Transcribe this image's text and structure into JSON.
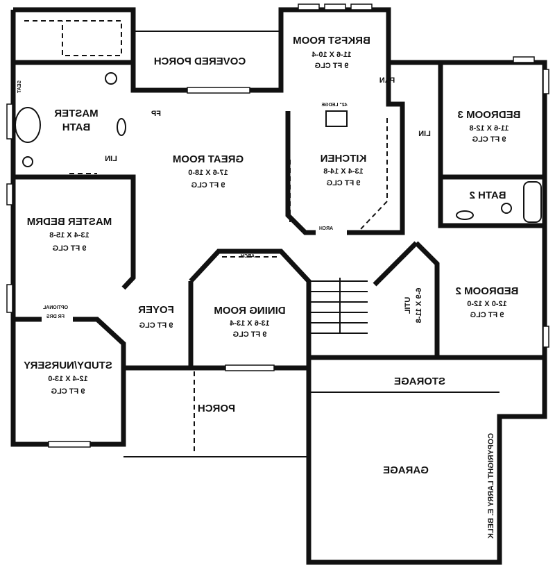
{
  "plan": {
    "mirrored": true,
    "rooms": {
      "covered_porch": {
        "name": "COVERED PORCH"
      },
      "brkfst_room": {
        "name": "BRKFST ROOM",
        "size": "11-6 X 10-4",
        "ceiling": "9 FT CLG"
      },
      "master_bath": {
        "name1": "MASTER",
        "name2": "BATH"
      },
      "great_room": {
        "name": "GREAT ROOM",
        "size": "17-6 X 18-0",
        "ceiling": "9 FT CLG"
      },
      "kitchen": {
        "name": "KITCHEN",
        "size": "13-4 X 14-8",
        "ceiling": "9 FT CLG"
      },
      "bedroom3": {
        "name": "BEDROOM 3",
        "size": "11-6 X 12-8",
        "ceiling": "9 FT CLG"
      },
      "bath2": {
        "name": "BATH 2"
      },
      "master_bedrm": {
        "name": "MASTER BEDRM",
        "size": "13-4 X 15-8",
        "ceiling": "9 FT CLG"
      },
      "foyer": {
        "name": "FOYER",
        "ceiling": "9 FT CLG"
      },
      "dining_room": {
        "name": "DINING ROOM",
        "size": "13-6 X 13-4",
        "ceiling": "9 FT CLG"
      },
      "study": {
        "name": "STUDY/NURSERY",
        "size": "12-4 X 13-0",
        "ceiling": "9 FT CLG"
      },
      "porch": {
        "name": "PORCH"
      },
      "util": {
        "name": "UTIL",
        "size": "6-9 X 11-8"
      },
      "bedroom2": {
        "name": "BEDROOM 2",
        "size": "12-0 X 12-0",
        "ceiling": "9 FT CLG"
      },
      "storage": {
        "name": "STORAGE"
      },
      "garage": {
        "name": "GARAGE"
      }
    },
    "annotations": {
      "fp": "FP",
      "lin": "LIN",
      "pan": "PAN",
      "ledge": "42\" LEDGE",
      "arch": "ARCH",
      "seat": "SEAT",
      "optional": "OPTIONAL",
      "fr_drs": "FR DRS",
      "copyright": "COPYRIGHT LARRY E. BELK"
    }
  }
}
